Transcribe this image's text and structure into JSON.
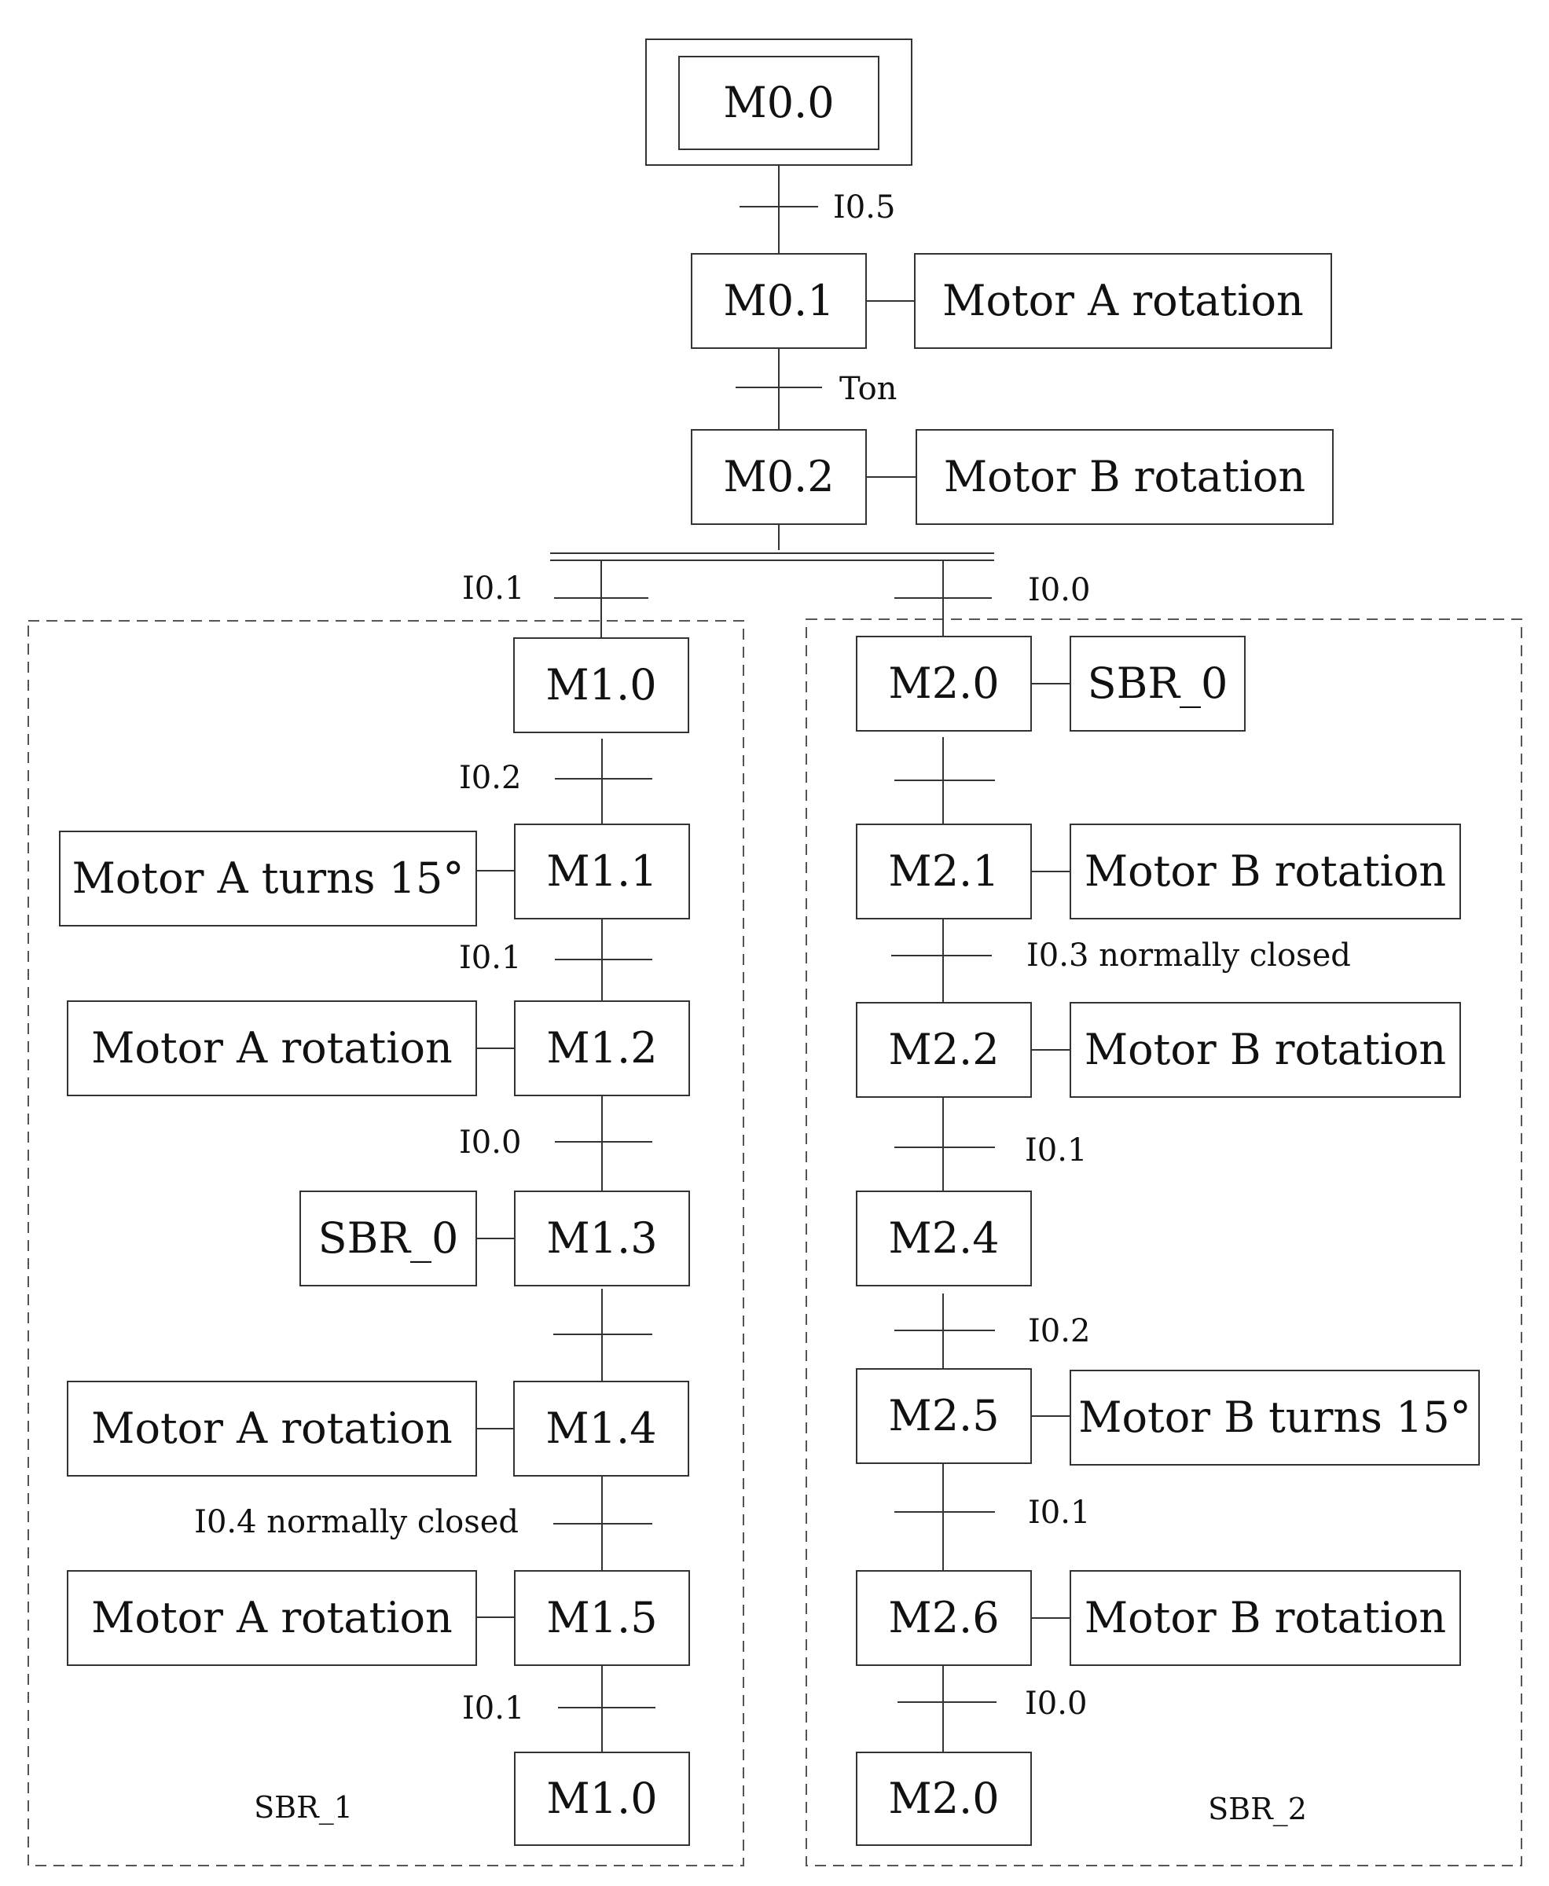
{
  "steps": {
    "m0_0": "M0.0",
    "m0_1": "M0.1",
    "m0_2": "M0.2",
    "m1_0": "M1.0",
    "m1_1": "M1.1",
    "m1_2": "M1.2",
    "m1_3": "M1.3",
    "m1_4": "M1.4",
    "m1_5": "M1.5",
    "m1_0_end": "M1.0",
    "m2_0": "M2.0",
    "m2_1": "M2.1",
    "m2_2": "M2.2",
    "m2_4": "M2.4",
    "m2_5": "M2.5",
    "m2_6": "M2.6",
    "m2_0_end": "M2.0"
  },
  "actions": {
    "m0_1": "Motor A rotation",
    "m0_2": "Motor B rotation",
    "m1_1": "Motor A turns 15°",
    "m1_2": "Motor A rotation",
    "m1_3": "SBR_0",
    "m1_4": "Motor A rotation",
    "m1_5": "Motor A rotation",
    "m2_0": "SBR_0",
    "m2_1": "Motor B rotation",
    "m2_2": "Motor B rotation",
    "m2_5": "Motor B turns 15°",
    "m2_6": "Motor B rotation"
  },
  "transitions": {
    "t_i0_5": "I0.5",
    "t_ton": "Ton",
    "t_left_branch": "I0.1",
    "t_right_branch": "I0.0",
    "t_m1_0": "I0.2",
    "t_m1_1": "I0.1",
    "t_m1_2": "I0.0",
    "t_m1_4": "I0.4 normally closed",
    "t_m1_5": "I0.1",
    "t_m2_1": "I0.3 normally closed",
    "t_m2_2": "I0.1",
    "t_m2_4": "I0.2",
    "t_m2_5": "I0.1",
    "t_m2_6": "I0.0"
  },
  "groups": {
    "left": "SBR_1",
    "right": "SBR_2"
  }
}
